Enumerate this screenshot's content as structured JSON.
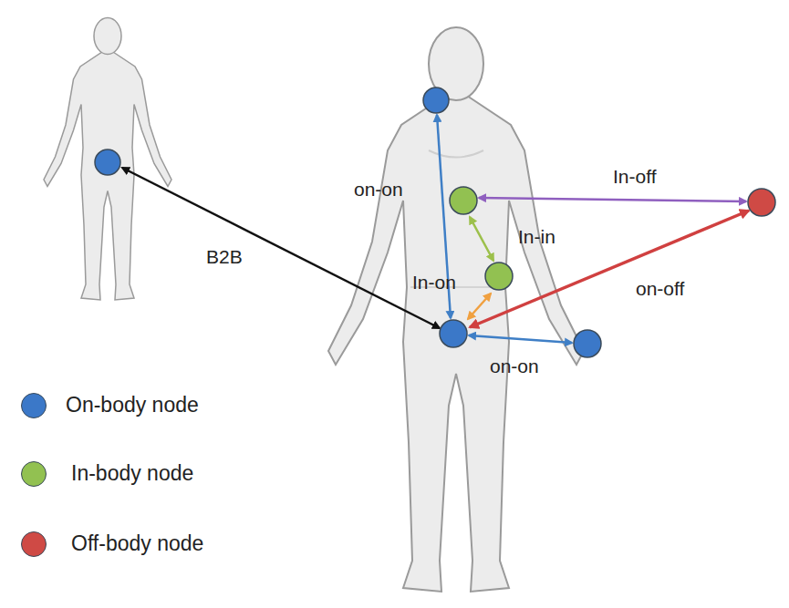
{
  "diagram": {
    "labels": [
      "on-on",
      "In-in",
      "In-off",
      "In-on",
      "on-off",
      "on-on",
      "B2B"
    ],
    "legend": [
      {
        "text": "On-body node",
        "color": "#3b78c8"
      },
      {
        "text": "In-body node",
        "color": "#92c151"
      },
      {
        "text": "Off-body node",
        "color": "#cf4a45"
      }
    ]
  }
}
